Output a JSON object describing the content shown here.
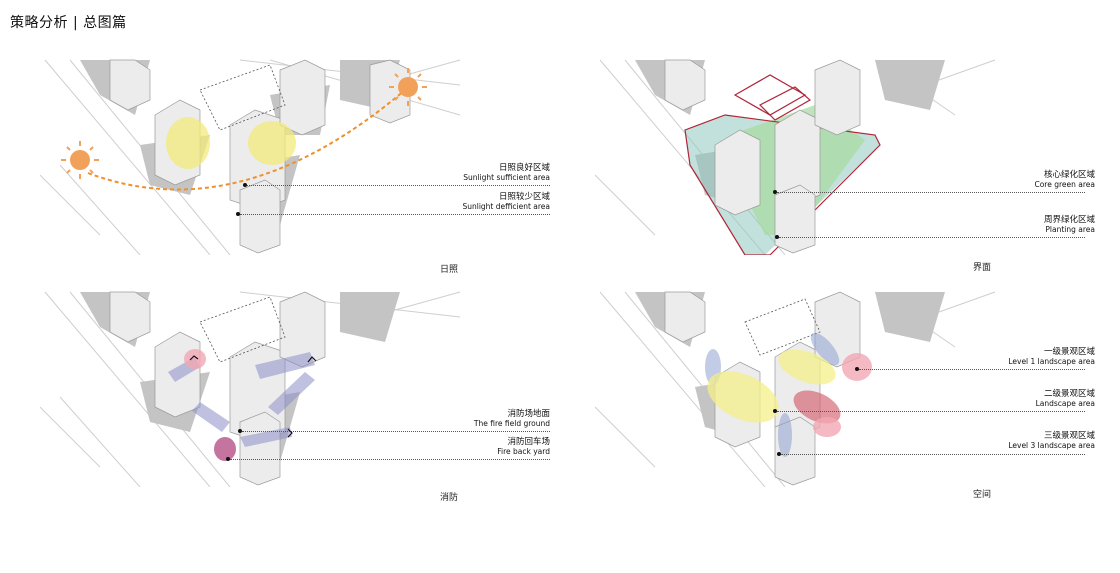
{
  "page": {
    "title": "策略分析 | 总图篇"
  },
  "panels": {
    "sunlight": {
      "caption": "日照",
      "labels": [
        {
          "zh": "日照良好区域",
          "en": "Sunlight sufficient area"
        },
        {
          "zh": "日照较少区域",
          "en": "Sunlight defficient area"
        }
      ]
    },
    "interface": {
      "caption": "界面",
      "labels": [
        {
          "zh": "核心绿化区域",
          "en": "Core green area"
        },
        {
          "zh": "周界绿化区域",
          "en": "Planting area"
        }
      ]
    },
    "fire": {
      "caption": "消防",
      "labels": [
        {
          "zh": "消防场地面",
          "en": "The fire field ground"
        },
        {
          "zh": "消防回车场",
          "en": "Fire back yard"
        }
      ]
    },
    "space": {
      "caption": "空间",
      "labels": [
        {
          "zh": "一级景观区域",
          "en": "Level 1 landscape area"
        },
        {
          "zh": "二级景观区域",
          "en": "Landscape area"
        },
        {
          "zh": "三级景观区域",
          "en": "Level 3 landscape area"
        }
      ]
    }
  },
  "colors": {
    "sunlight_zone": "#f3ea7a",
    "sun": "#f2a15a",
    "sun_path": "#f0902a",
    "core_green": "#a9d9a3",
    "planting": "#8fc9c0",
    "boundary": "#b0263a",
    "fire_ground": "#8e90c8",
    "fire_yard": "#b0457e",
    "level1": "#f1a7b4",
    "level2": "#f4ef8a",
    "level3": "#8fa2d4",
    "building": "#e9e9e9",
    "shadow": "#bdbdbd"
  }
}
